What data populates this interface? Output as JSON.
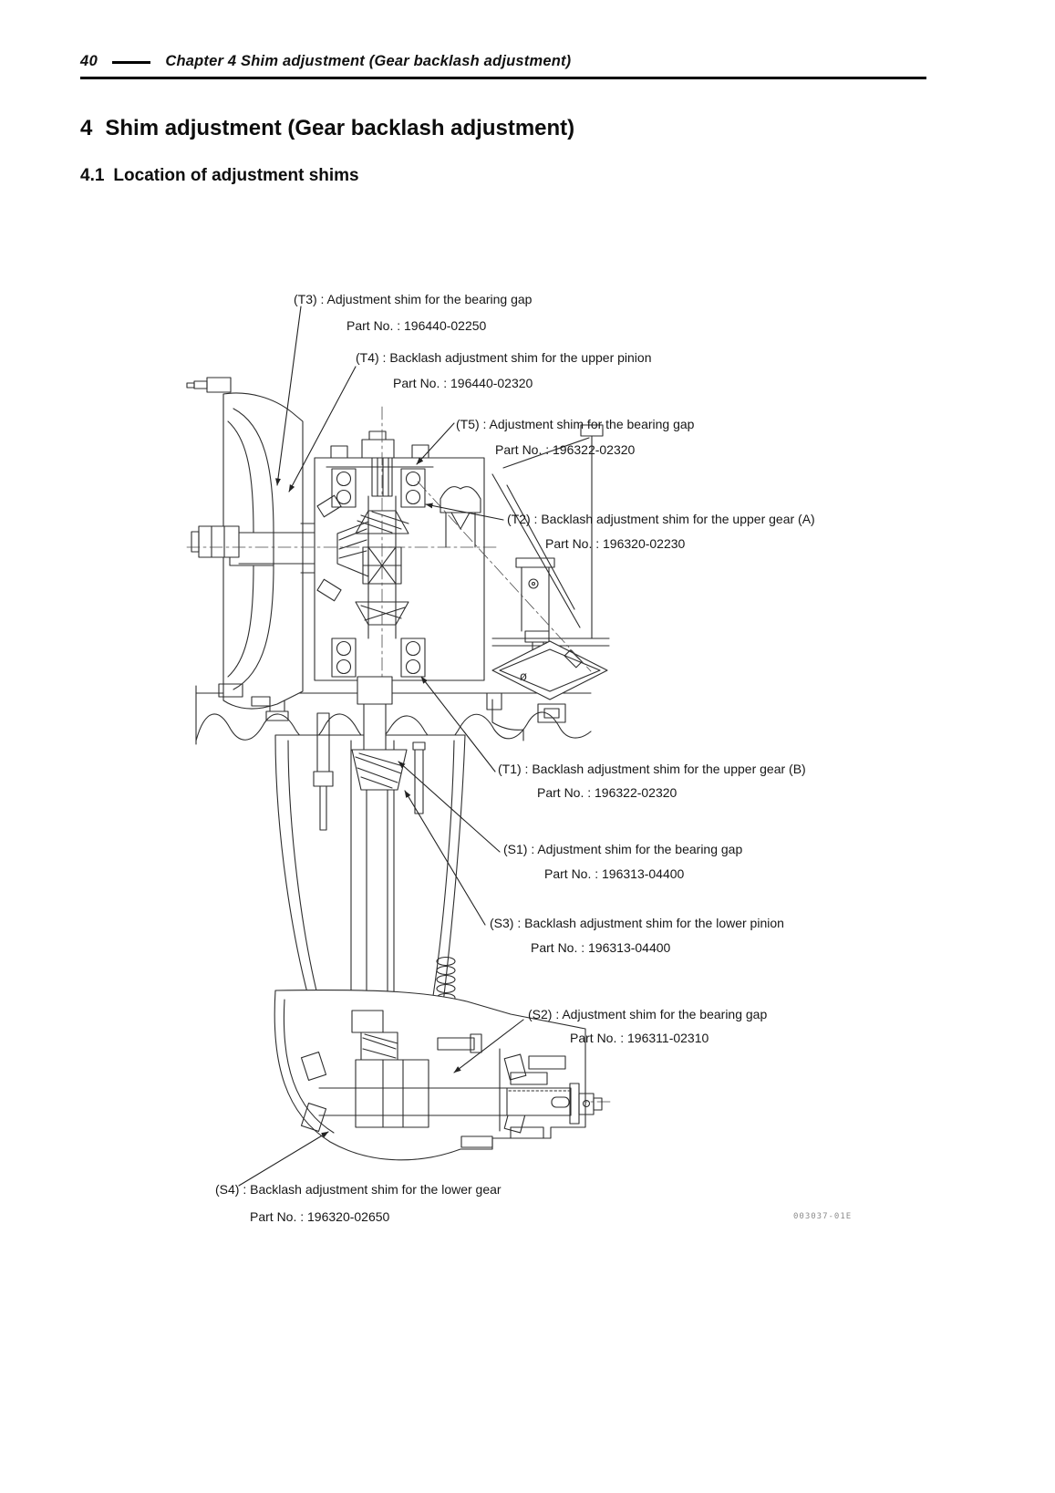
{
  "header": {
    "page_number": "40",
    "chapter": "Chapter 4  Shim adjustment (Gear backlash adjustment)"
  },
  "title": {
    "number": "4",
    "text": "Shim adjustment (Gear backlash adjustment)"
  },
  "section": {
    "number": "4.1",
    "text": "Location of adjustment shims"
  },
  "figure": {
    "doc_code": "003037-01E",
    "callouts": {
      "t3": {
        "label": "(T3) : Adjustment shim for the bearing gap",
        "part": "Part No. : 196440-02250"
      },
      "t4": {
        "label": "(T4) : Backlash adjustment shim for the upper pinion",
        "part": "Part No. : 196440-02320"
      },
      "t5": {
        "label": "(T5) : Adjustment shim for the bearing gap",
        "part": "Part No. : 196322-02320"
      },
      "t2": {
        "label": "(T2) : Backlash adjustment shim for the upper gear (A)",
        "part": "Part No. : 196320-02230"
      },
      "t1": {
        "label": "(T1) : Backlash adjustment shim for the upper gear (B)",
        "part": "Part No. : 196322-02320"
      },
      "s1": {
        "label": "(S1) : Adjustment shim for the bearing gap",
        "part": "Part No. : 196313-04400"
      },
      "s3": {
        "label": "(S3) : Backlash adjustment shim for the lower pinion",
        "part": "Part No. : 196313-04400"
      },
      "s2": {
        "label": "(S2) : Adjustment shim for the bearing gap",
        "part": "Part No. : 196311-02310"
      },
      "s4": {
        "label": "(S4) : Backlash adjustment shim for the lower gear",
        "part": "Part No. : 196320-02650"
      }
    }
  }
}
